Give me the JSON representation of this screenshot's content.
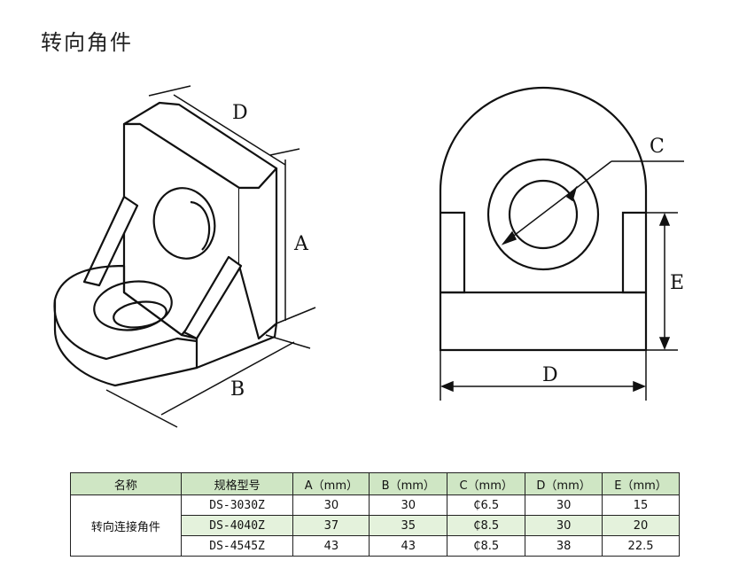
{
  "title": "转向角件",
  "figure_left": {
    "labels": {
      "d": "D",
      "a": "A",
      "b": "B"
    }
  },
  "figure_right": {
    "labels": {
      "c": "C",
      "e": "E",
      "d": "D"
    }
  },
  "table": {
    "headers": [
      "名称",
      "规格型号",
      "A（mm）",
      "B（mm）",
      "C（mm）",
      "D（mm）",
      "E（mm）"
    ],
    "product_name": "转向连接角件",
    "rows": [
      {
        "model": "DS-3030Z",
        "a": "30",
        "b": "30",
        "c": "₵6.5",
        "d": "30",
        "e": "15"
      },
      {
        "model": "DS-4040Z",
        "a": "37",
        "b": "35",
        "c": "₵8.5",
        "d": "30",
        "e": "20"
      },
      {
        "model": "DS-4545Z",
        "a": "43",
        "b": "43",
        "c": "₵8.5",
        "d": "38",
        "e": "22.5"
      }
    ]
  },
  "colors": {
    "header_bg": "#cfe6c4",
    "alt_row_bg": "#e4f2dc",
    "line": "#111111"
  }
}
